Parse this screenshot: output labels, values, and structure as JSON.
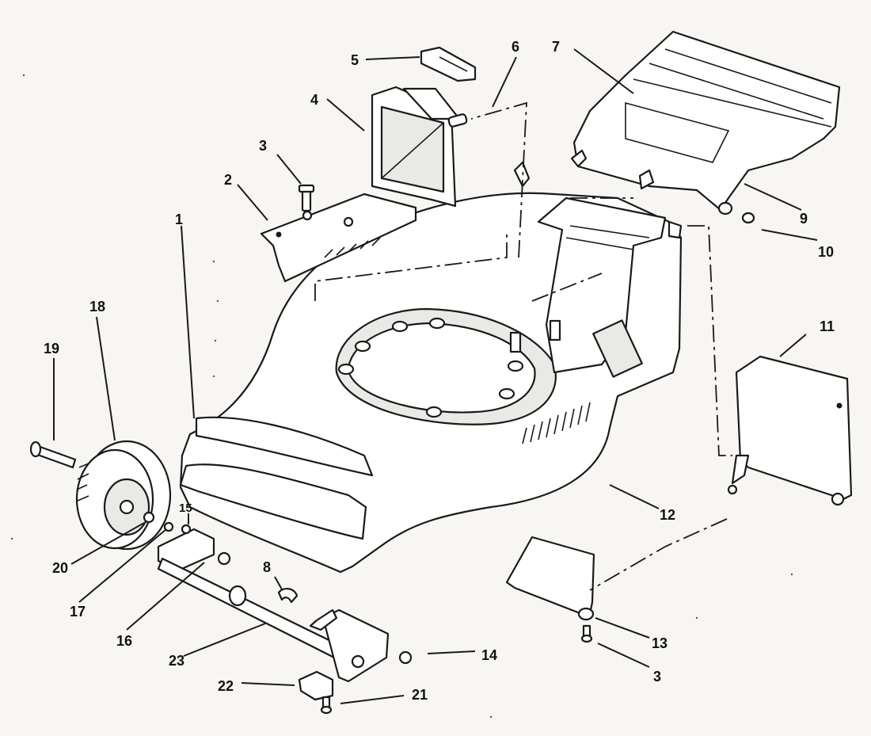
{
  "diagram": {
    "callouts": [
      "1",
      "2",
      "3",
      "4",
      "5",
      "6",
      "7",
      "8",
      "9",
      "10",
      "11",
      "12",
      "13",
      "14",
      "15",
      "16",
      "17",
      "18",
      "19",
      "20",
      "21",
      "22",
      "23",
      "3"
    ],
    "colors": {
      "line": "#1a1a1a",
      "paper": "#f7f6f2",
      "part_fill": "#ffffff"
    }
  }
}
